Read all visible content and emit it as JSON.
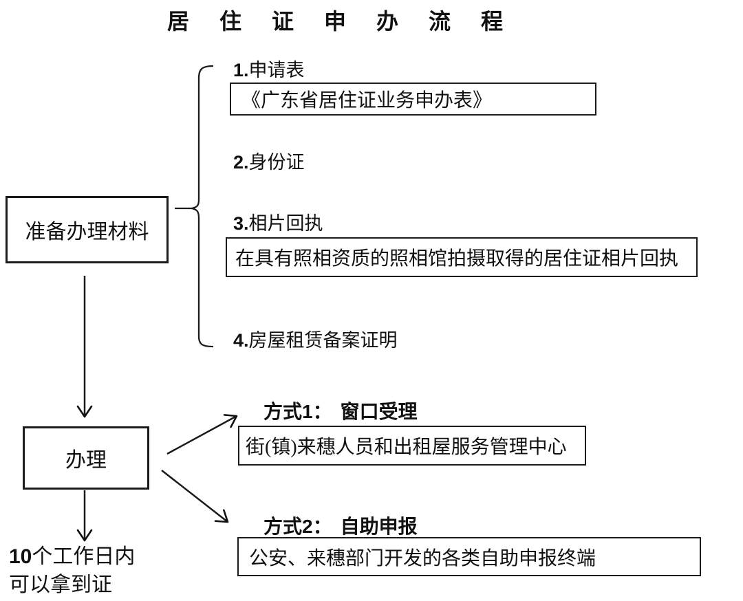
{
  "title": "居住证申办流程",
  "materials": {
    "box_label": "准备办理材料",
    "items": [
      {
        "num": "1.",
        "label": "申请表",
        "detail": "《广东省居住证业务申办表》"
      },
      {
        "num": "2.",
        "label": "身份证"
      },
      {
        "num": "3.",
        "label": "相片回执",
        "detail": "在具有照相资质的照相馆拍摄取得的居住证相片回执"
      },
      {
        "num": "4.",
        "label": "房屋租赁备案证明"
      }
    ]
  },
  "process": {
    "box_label": "办理",
    "methods": [
      {
        "prefix": "方式",
        "num": "1",
        "colon": "：",
        "name": "窗口受理",
        "detail": "街(镇)来穗人员和出租屋服务管理中心"
      },
      {
        "prefix": "方式",
        "num": "2",
        "colon": "：",
        "name": "自助申报",
        "detail": "公安、来穗部门开发的各类自助申报终端"
      }
    ],
    "result": {
      "num": "10",
      "line1_rest": "个工作日内",
      "line2": "可以拿到证"
    }
  },
  "colors": {
    "ink": "#111111",
    "background": "#ffffff"
  }
}
